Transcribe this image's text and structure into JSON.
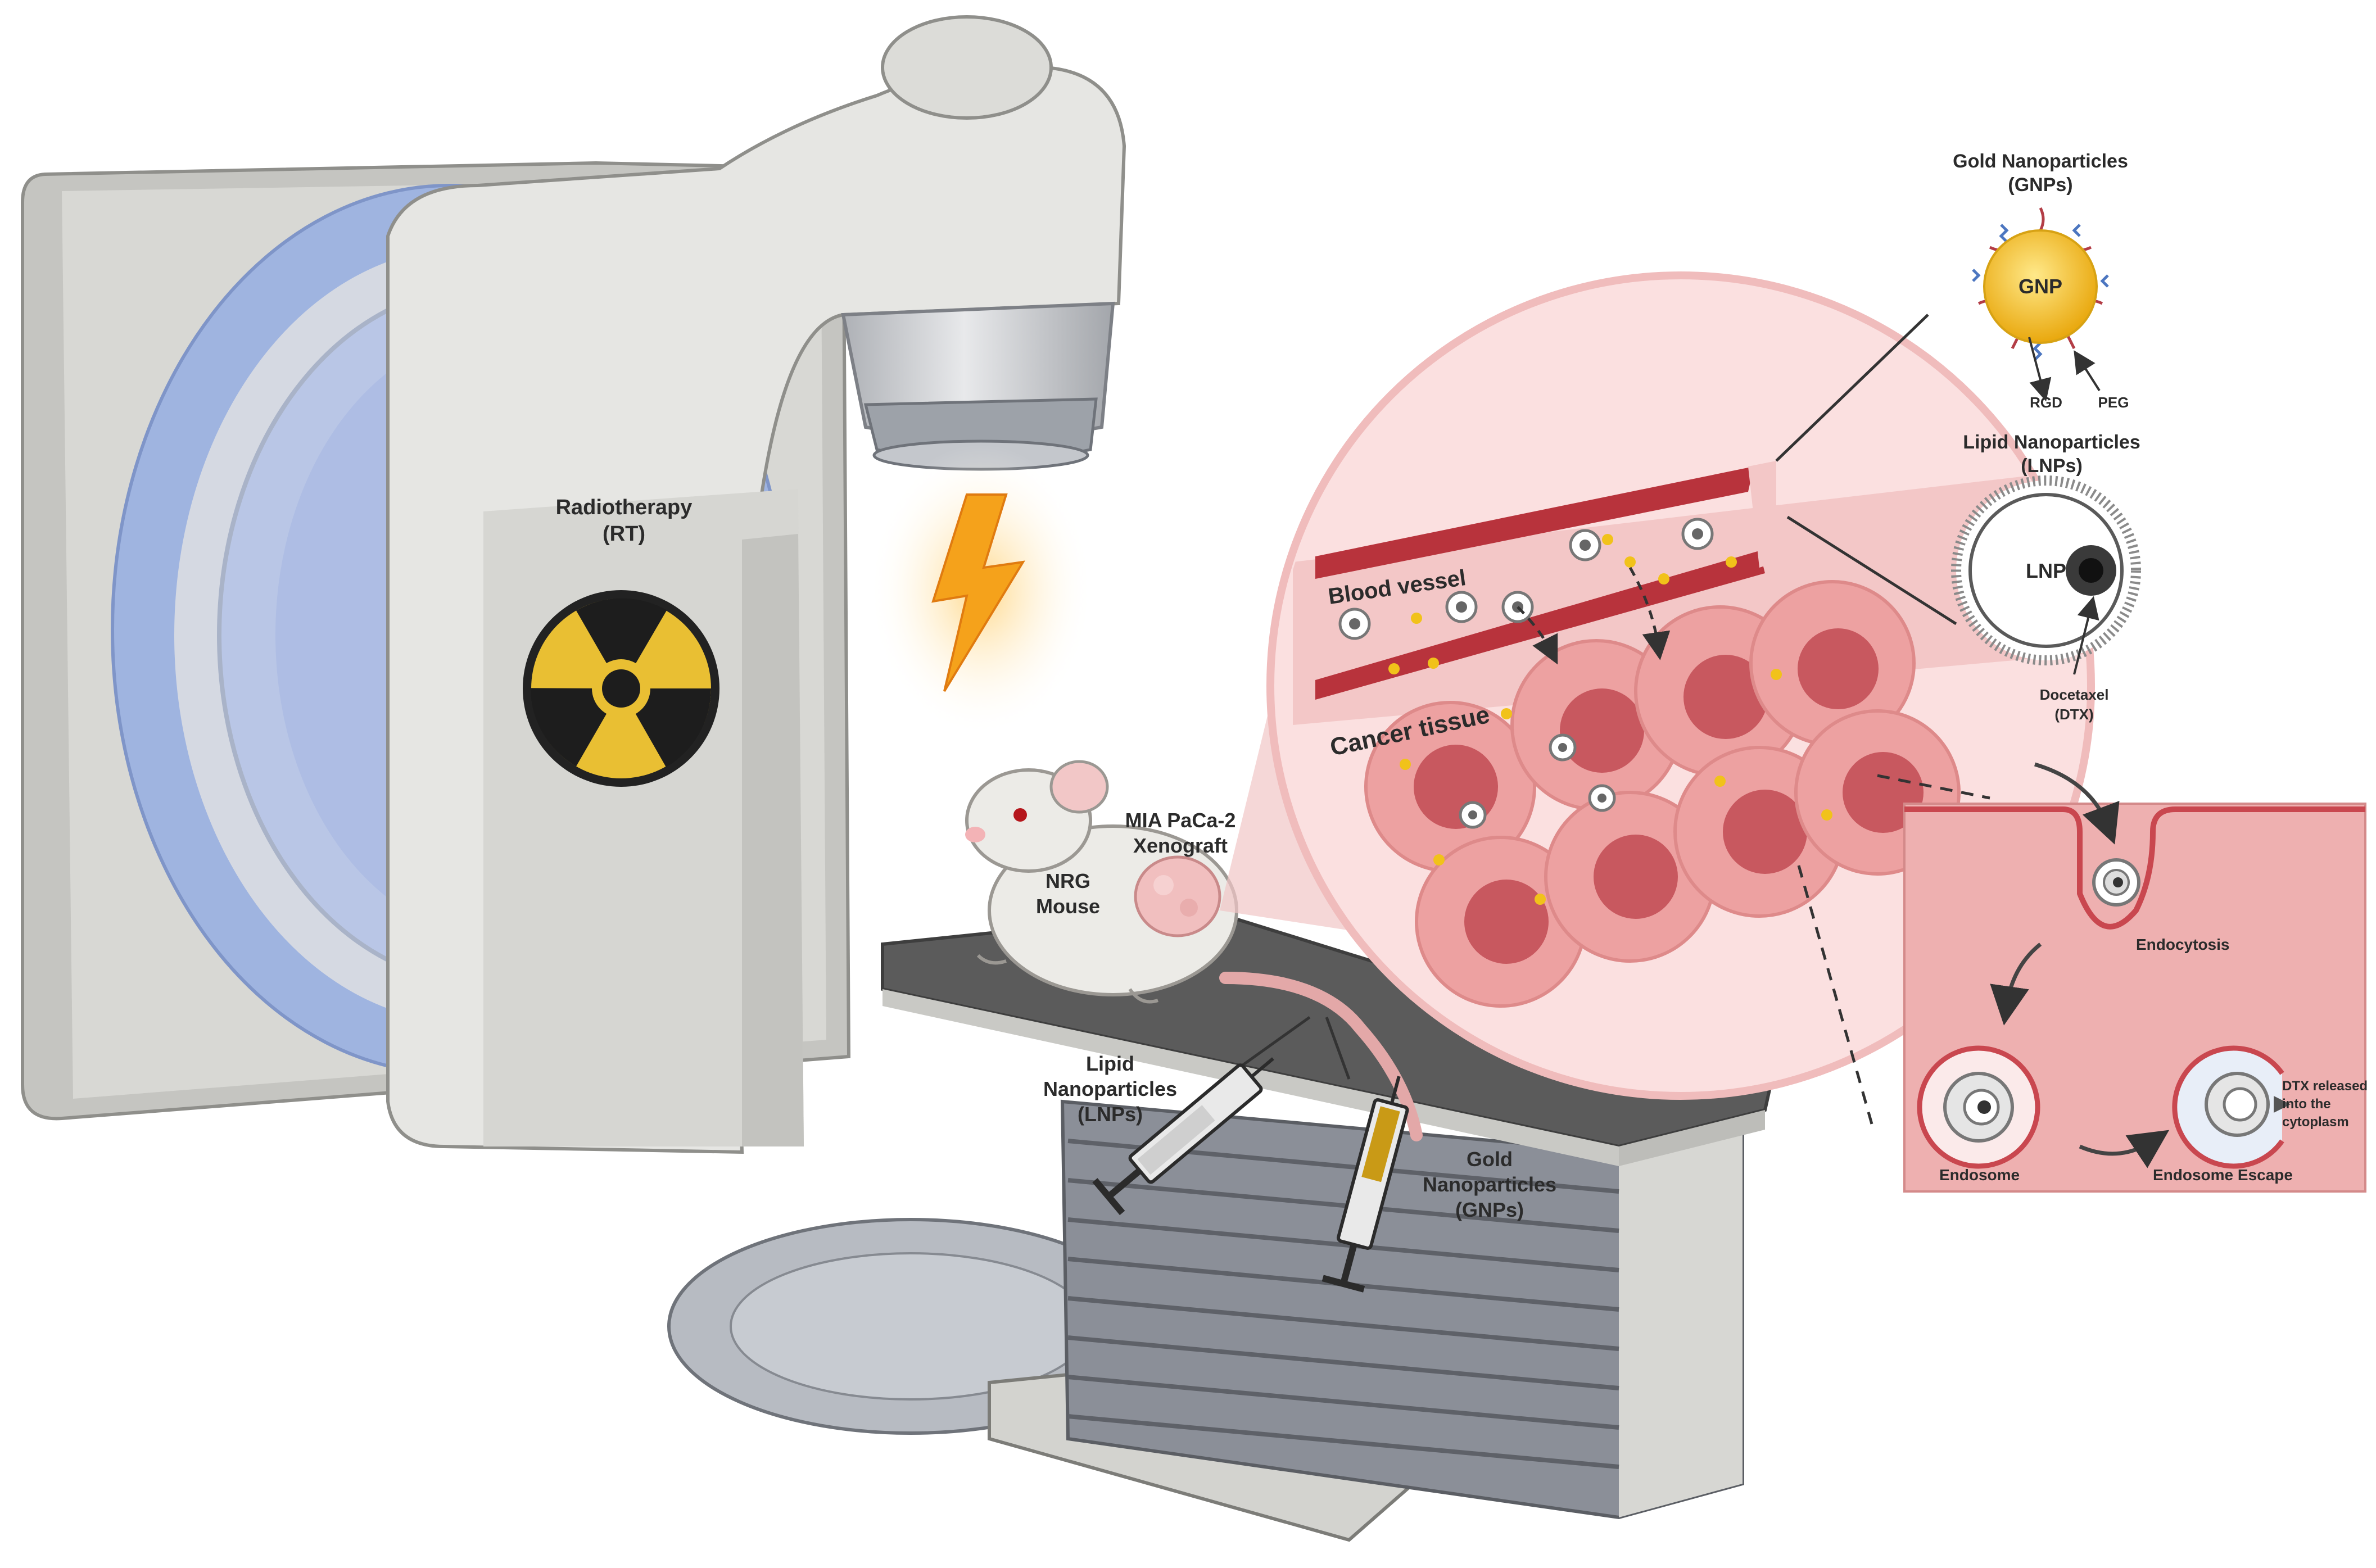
{
  "labels": {
    "rt_line1": "Radiotherapy",
    "rt_line2": "(RT)",
    "mouse_line1": "NRG",
    "mouse_line2": "Mouse",
    "xeno_line1": "MIA PaCa-2",
    "xeno_line2": "Xenograft",
    "lnp_syr_line1": "Lipid",
    "lnp_syr_line2": "Nanoparticles",
    "lnp_syr_line3": "(LNPs)",
    "gnp_syr_line1": "Gold",
    "gnp_syr_line2": "Nanoparticles",
    "gnp_syr_line3": "(GNPs)",
    "blood_vessel": "Blood vessel",
    "cancer_tissue": "Cancer tissue",
    "gnp_title1": "Gold Nanoparticles",
    "gnp_title2": "(GNPs)",
    "gnp_core": "GNP",
    "rgd": "RGD",
    "peg": "PEG",
    "lnp_title1": "Lipid Nanoparticles",
    "lnp_title2": "(LNPs)",
    "lnp_core": "LNP",
    "dtx_line1": "Docetaxel",
    "dtx_line2": "(DTX)",
    "endocytosis": "Endocytosis",
    "endosome": "Endosome",
    "endosome_escape": "Endosome Escape",
    "release_line1": "DTX released",
    "release_line2": "into the",
    "release_line3": "cytoplasm"
  },
  "colors": {
    "machine_light": "#e6e6e3",
    "machine_mid": "#c9c9c5",
    "machine_dark": "#a9a9a5",
    "blue_ring": "#9fb4e0",
    "blue_inner": "#b9c6e6",
    "radiation_yellow": "#e9bf33",
    "bolt_orange": "#f5a21b",
    "tissue_pink": "#eda1a1",
    "cell_dark": "#c8585f",
    "vessel_red": "#b8333c",
    "gold": "#f1c21a",
    "membrane": "#c9474f",
    "panel_bg": "#eeb0b0",
    "table_top": "#5b5b5b",
    "couch_grey": "#8b8f98"
  },
  "icons": [
    "radiation-icon",
    "lightning-bolt-icon",
    "mouse-icon",
    "syringe-icon",
    "cell-icon",
    "nanoparticle-icon",
    "arrow-icon"
  ]
}
